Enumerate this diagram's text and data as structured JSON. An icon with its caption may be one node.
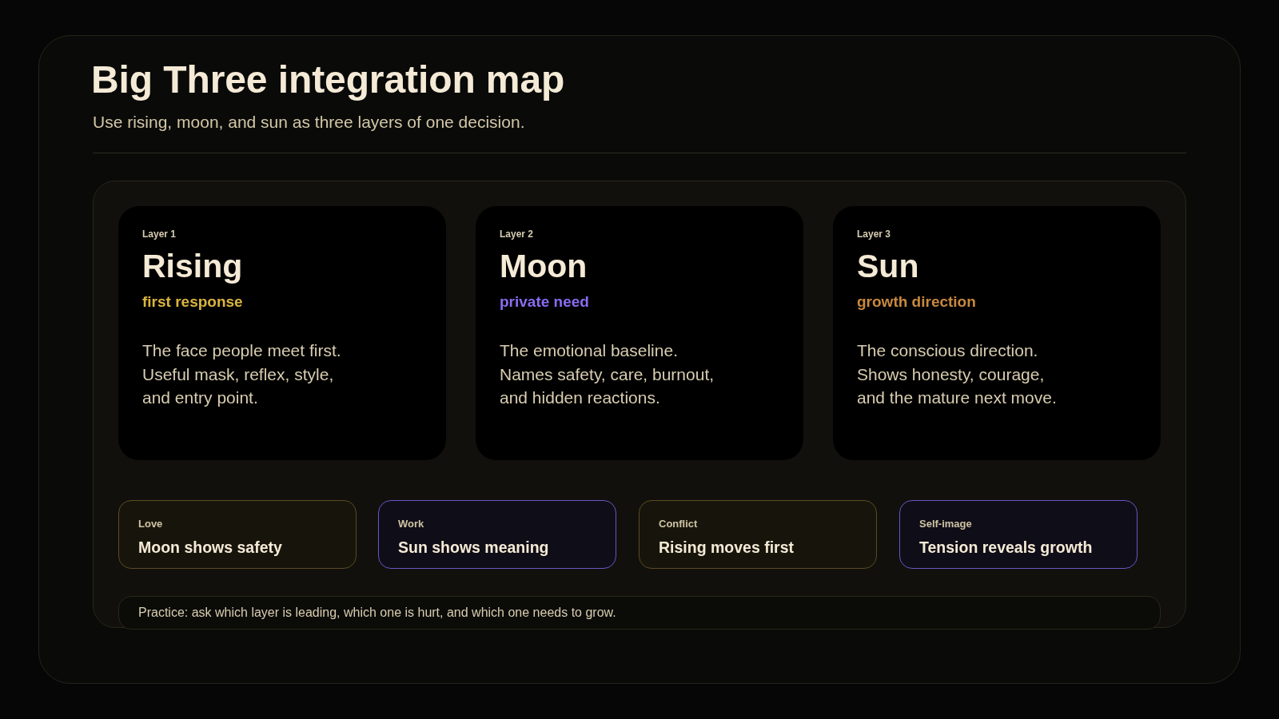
{
  "diagram": {
    "title": "Big Three integration map",
    "nodes": [
      {
        "text": [
          "Layer 1",
          "Rising",
          "first response",
          "The face people meet first. Useful mask, reflex, style, and entry point."
        ]
      },
      {
        "text": [
          "Layer 2",
          "Moon",
          "private need",
          "The emotional baseline. Names safety, care, burnout, and hidden reactions."
        ]
      },
      {
        "text": [
          "Layer 3",
          "Sun",
          "growth direction",
          "The conscious direction. Shows honesty, courage, and the mature next move."
        ]
      },
      {
        "text": [
          "Love",
          "Moon shows safety"
        ]
      },
      {
        "text": [
          "Work",
          "Sun shows meaning"
        ]
      },
      {
        "text": [
          "Conflict",
          "Rising moves first"
        ]
      },
      {
        "text": [
          "Self-image",
          "Tension reveals growth"
        ]
      },
      {
        "text": [
          "Practice: ask which layer is leading, which one is hurt, and which one needs to grow."
        ]
      }
    ],
    "labels": [
      "Use rising, moon, and sun as three layers of one decision."
    ]
  }
}
